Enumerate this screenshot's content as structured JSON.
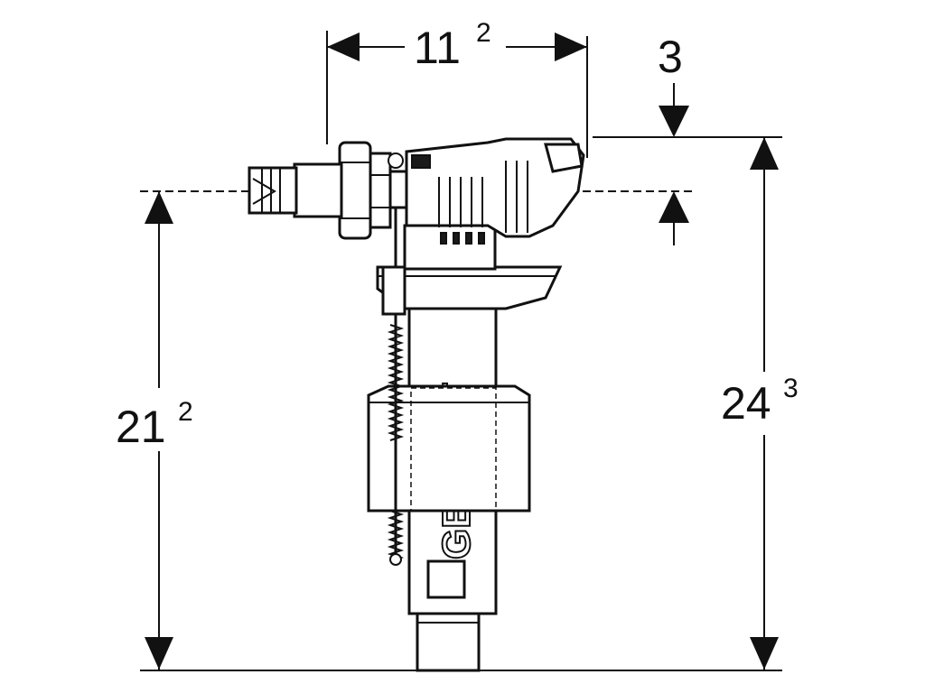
{
  "dimensions": {
    "width_top": {
      "main": "11",
      "sup": "2"
    },
    "offset_top": {
      "main": "3"
    },
    "height_left": {
      "main": "21",
      "sup": "2"
    },
    "height_right": {
      "main": "24",
      "sup": "3"
    }
  },
  "brand": {
    "logo_text": "GEBERIT"
  },
  "colors": {
    "line": "#111111",
    "background": "#ffffff"
  }
}
